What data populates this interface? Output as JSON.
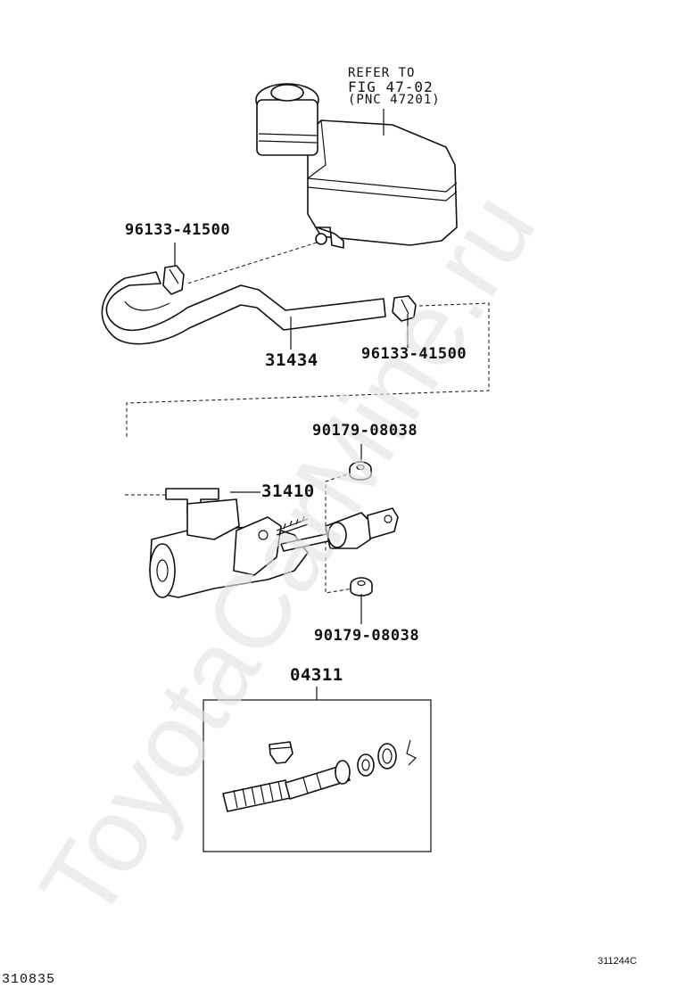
{
  "labels": {
    "refer_line1": "REFER TO",
    "refer_line2": "FIG 47-02",
    "refer_line3": "(PNC 47201)",
    "clip_top": "96133-41500",
    "hose": "31434",
    "clip_right": "96133-41500",
    "grommet_top": "90179-08038",
    "master_cylinder": "31410",
    "grommet_bottom": "90179-08038",
    "kit": "04311",
    "ref_code": "311244C",
    "page_code": "310835"
  },
  "watermark": {
    "text": "ToyotaCarMine.ru",
    "color": "#e4e4e4"
  }
}
